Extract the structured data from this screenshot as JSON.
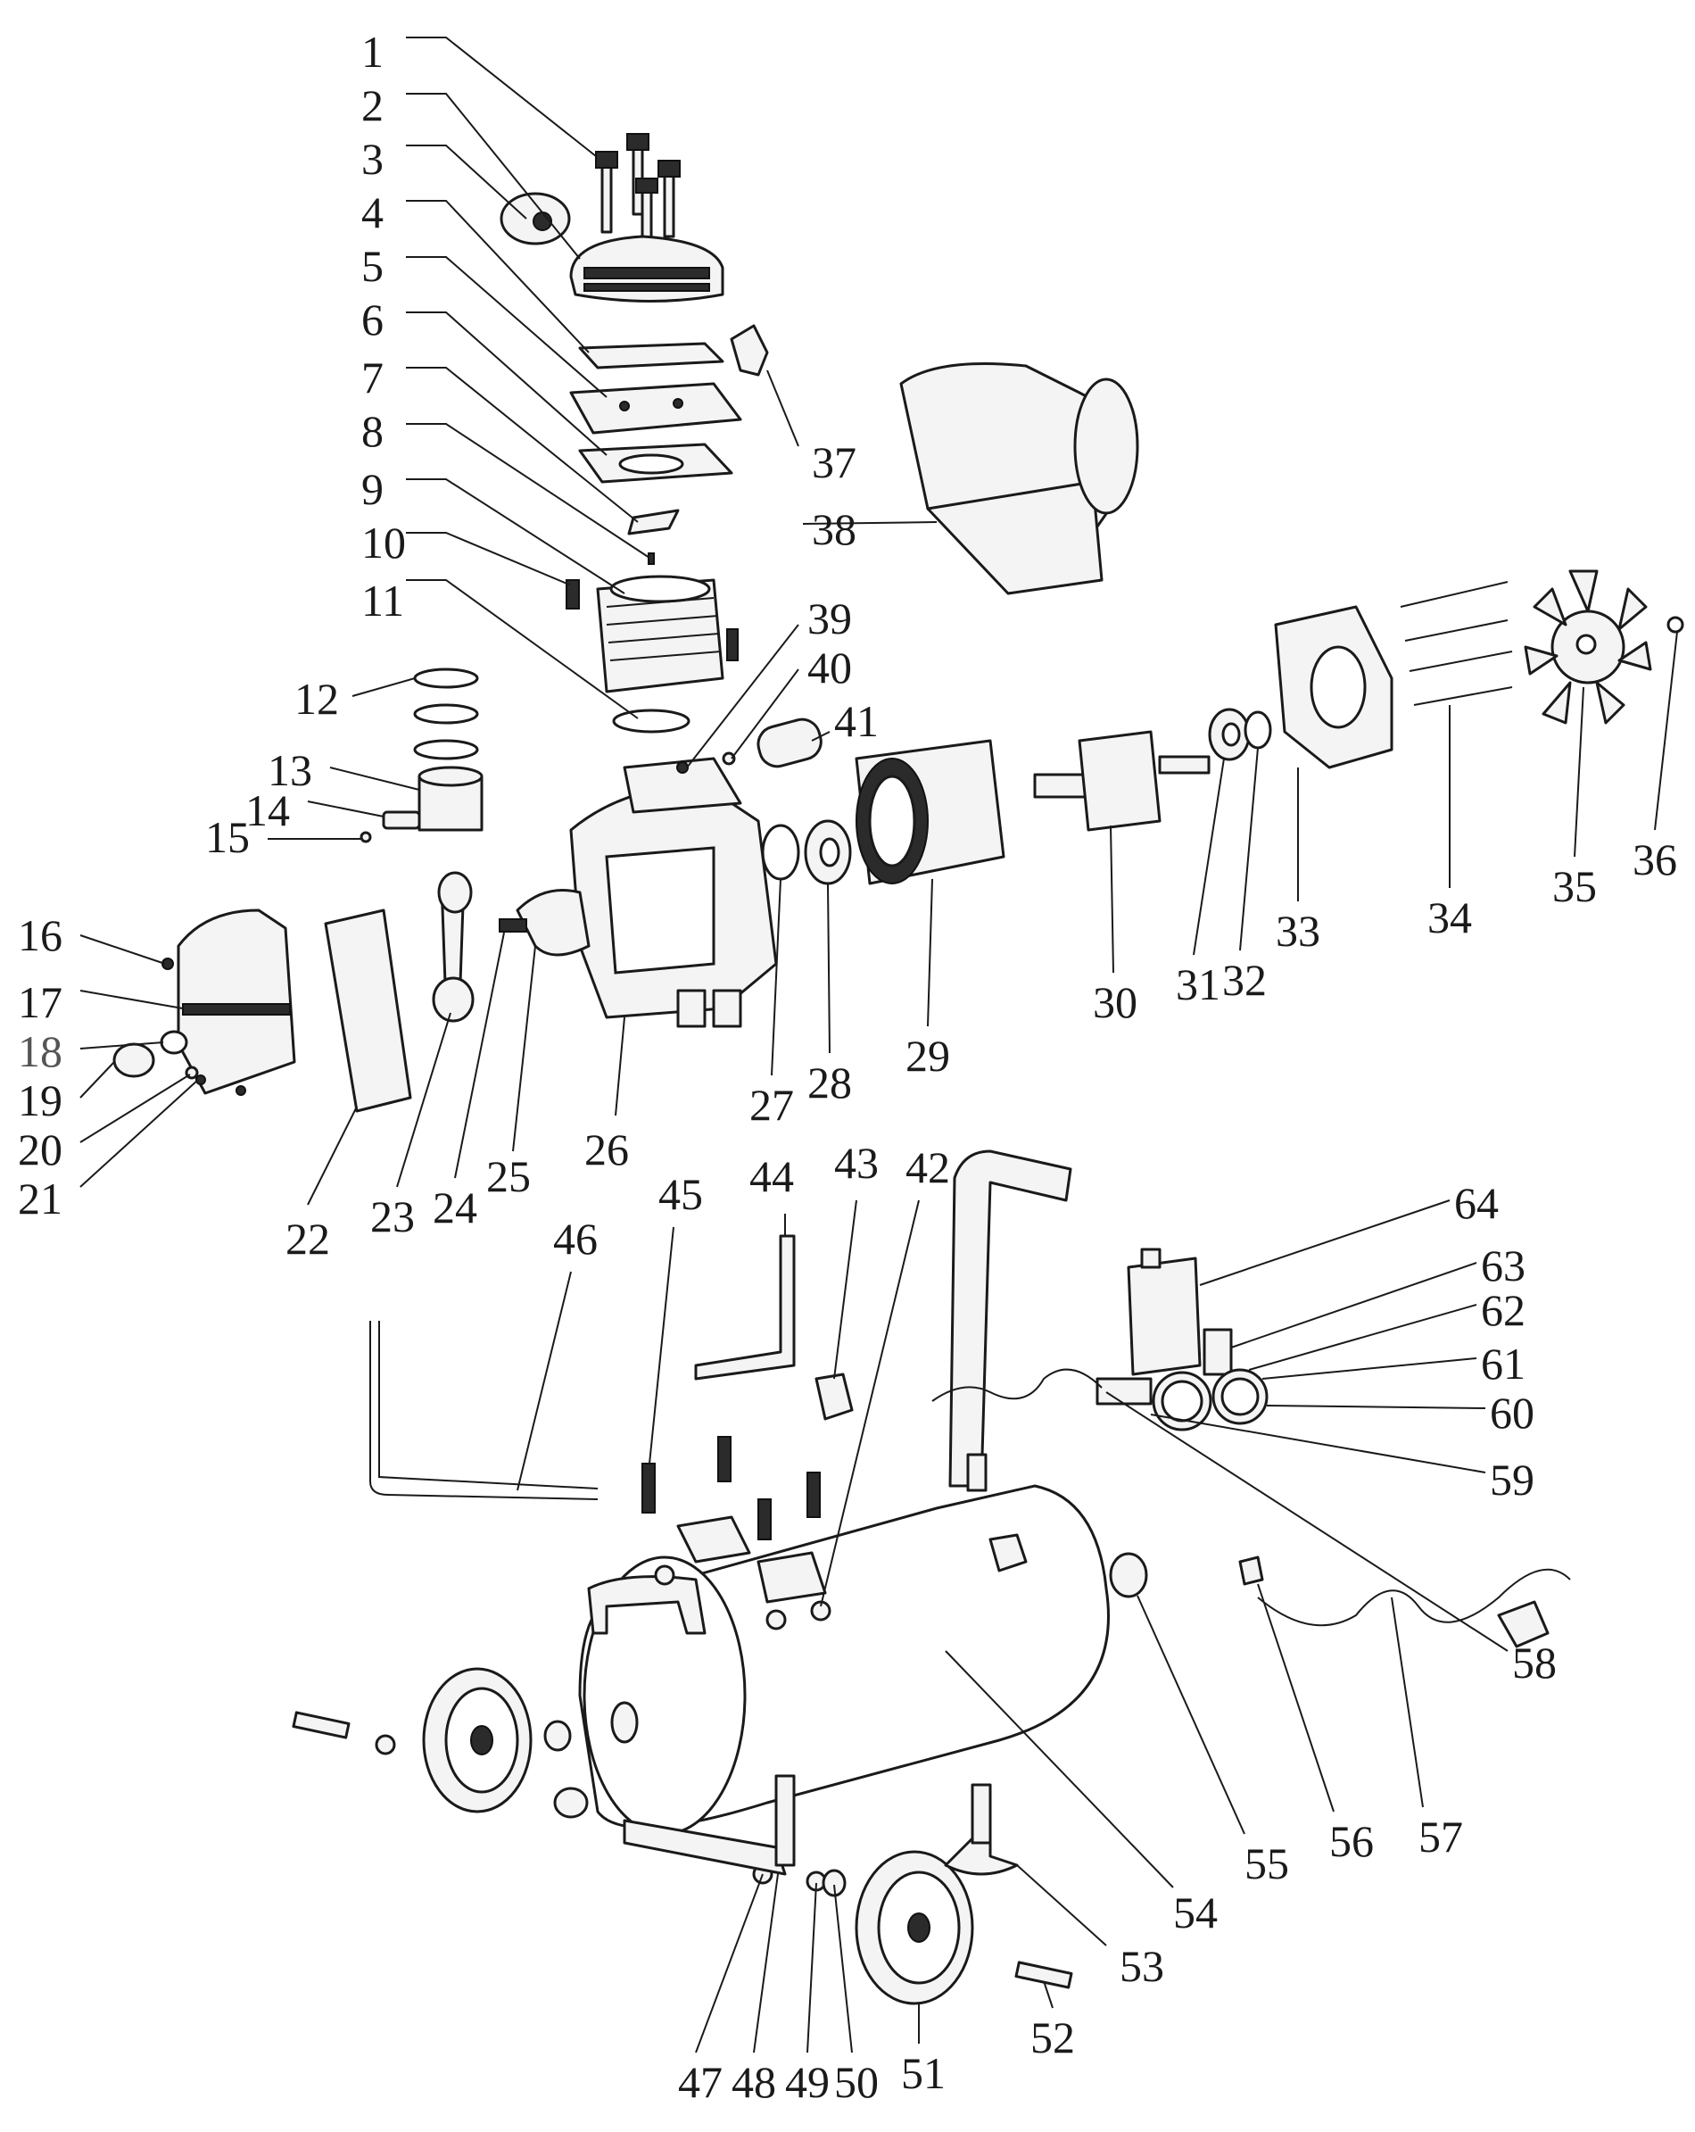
{
  "part_numbers": [
    "1",
    "2",
    "3",
    "4",
    "5",
    "6",
    "7",
    "8",
    "9",
    "10",
    "11",
    "12",
    "13",
    "14",
    "15",
    "16",
    "17",
    "18",
    "19",
    "20",
    "21",
    "22",
    "23",
    "24",
    "25",
    "26",
    "27",
    "28",
    "29",
    "30",
    "31",
    "32",
    "33",
    "34",
    "35",
    "36",
    "37",
    "38",
    "39",
    "40",
    "41",
    "42",
    "43",
    "44",
    "45",
    "46",
    "47",
    "48",
    "49",
    "50",
    "51",
    "52",
    "53",
    "54",
    "55",
    "56",
    "57",
    "58",
    "59",
    "60",
    "61",
    "62",
    "63",
    "64"
  ],
  "colors": {
    "ink": "#1a1a1a",
    "paper": "#ffffff",
    "part_fill": "#f4f4f4"
  }
}
